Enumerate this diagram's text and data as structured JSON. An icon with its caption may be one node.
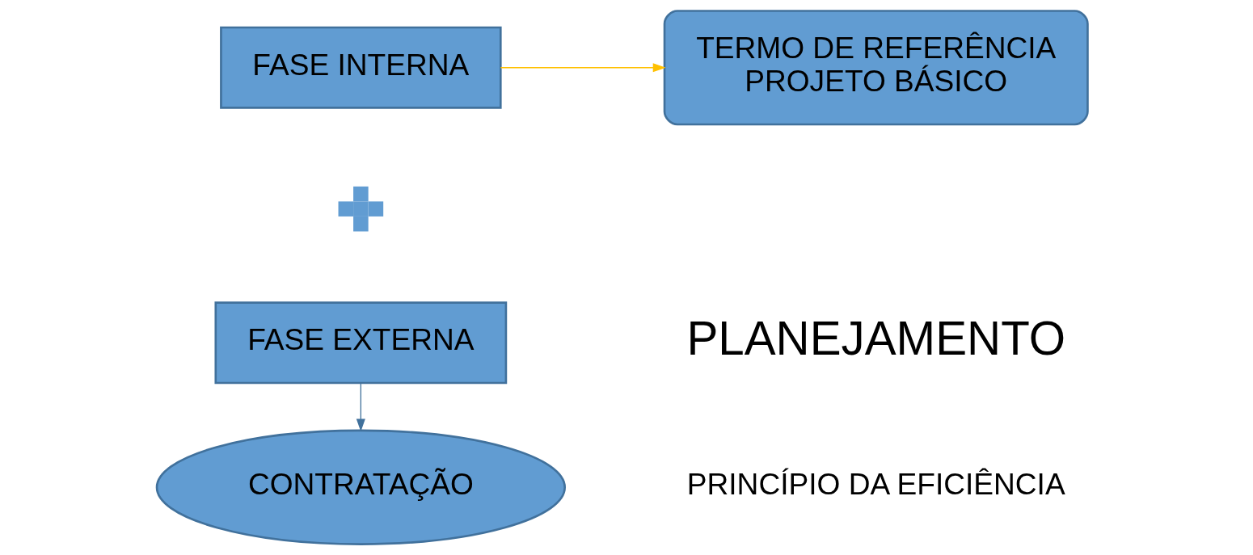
{
  "diagram": {
    "nodes": [
      {
        "text": [
          "FASE INTERNA"
        ]
      },
      {
        "text": [
          "TERMO DE REFERÊNCIA",
          "PROJETO BÁSICO"
        ]
      },
      {
        "text": [],
        "shape": "plus"
      },
      {
        "text": [
          "FASE EXTERNA"
        ]
      },
      {
        "text": [
          "CONTRATAÇÃO"
        ]
      }
    ],
    "edges": [
      {
        "from": 0,
        "to": 1,
        "arrow": "to",
        "color": "#ffc000"
      },
      {
        "from": 3,
        "to": 4,
        "arrow": "to",
        "color": "#41719c"
      }
    ],
    "labels": [
      "PLANEJAMENTO",
      "PRINCÍPIO DA EFICIÊNCIA"
    ]
  }
}
